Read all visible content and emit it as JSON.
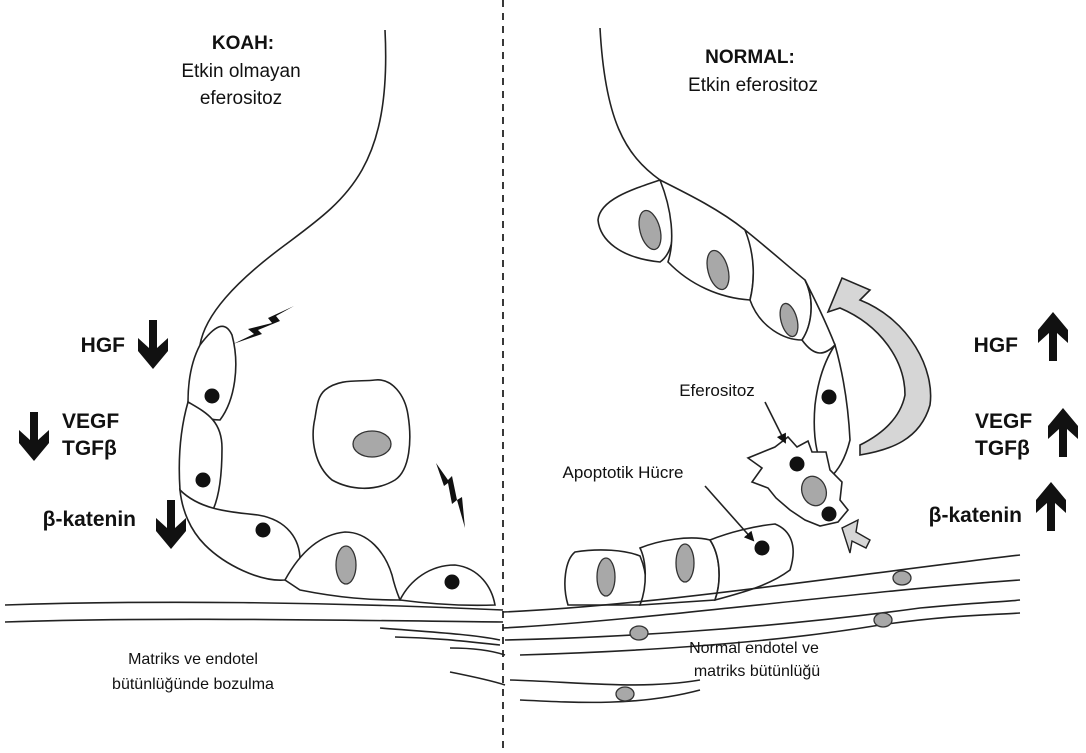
{
  "left_panel": {
    "title": "KOAH:",
    "subtitle_line1": "Etkin olmayan",
    "subtitle_line2": "eferositoz",
    "markers": [
      {
        "label": "HGF",
        "direction": "down"
      },
      {
        "label_line1": "VEGF",
        "label_line2": "TGFβ",
        "direction": "down"
      },
      {
        "label": "β-katenin",
        "direction": "down"
      }
    ],
    "caption_line1": "Matriks ve endotel",
    "caption_line2": "bütünlüğünde bozulma"
  },
  "right_panel": {
    "title": "NORMAL:",
    "subtitle": "Etkin eferositoz",
    "markers": [
      {
        "label": "HGF",
        "direction": "up"
      },
      {
        "label_line1": "VEGF",
        "label_line2": "TGFβ",
        "direction": "up"
      },
      {
        "label": "β-katenin",
        "direction": "up"
      }
    ],
    "annotation_efferocytosis": "Eferositoz",
    "annotation_apoptotic": "Apoptotik Hücre",
    "caption_line1": "Normal endotel ve",
    "caption_line2": "matriks bütünlüğü"
  },
  "colors": {
    "stroke": "#222222",
    "nucleus": "#a8a8a8",
    "arrow_fill": "#d6d6d6"
  },
  "icons": [
    "lightning-bolt-icon",
    "arrow-down-icon",
    "arrow-up-icon",
    "curved-arrow-icon"
  ]
}
